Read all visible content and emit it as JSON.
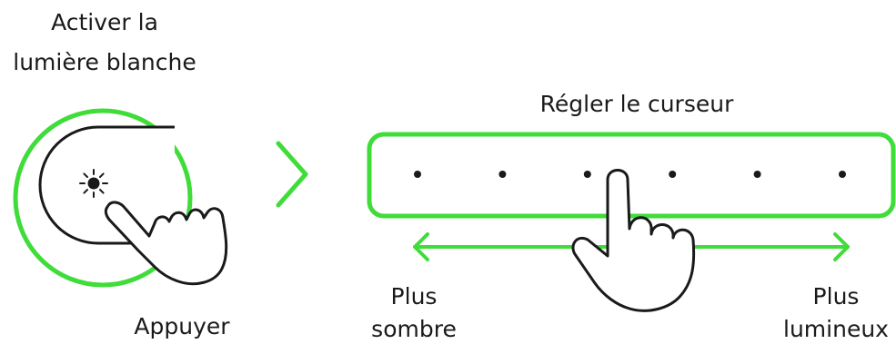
{
  "colors": {
    "accent": "#3fdc3a",
    "ink": "#1a1a1a"
  },
  "step1": {
    "title_line1": "Activer la",
    "title_line2": "lumière blanche",
    "action_label": "Appuyer",
    "icons": [
      "sun-icon",
      "pointing-hand-icon"
    ]
  },
  "arrow_icon": "chevron-right-icon",
  "step2": {
    "title": "Régler le curseur",
    "slider_dots": 6,
    "left_line1": "Plus",
    "left_line2": "sombre",
    "right_line1": "Plus",
    "right_line2": "lumineux",
    "icons": [
      "double-arrow-icon",
      "pointing-hand-icon"
    ]
  }
}
